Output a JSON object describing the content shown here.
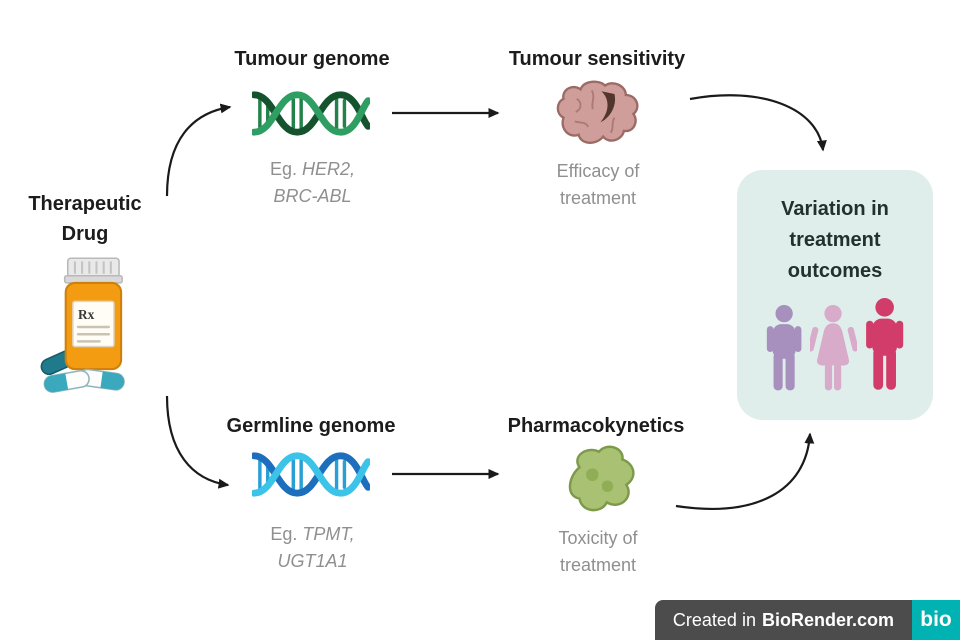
{
  "nodes": {
    "drug": {
      "line1": "Therapeutic",
      "line2": "Drug",
      "rx": "Rx"
    },
    "tumour_genome": {
      "title": "Tumour genome",
      "eg_prefix": "Eg. ",
      "gene1": "HER2,",
      "gene2": "BRC-ABL"
    },
    "tumour_sensitivity": {
      "title": "Tumour sensitivity",
      "cap1": "Efficacy of",
      "cap2": "treatment"
    },
    "germline_genome": {
      "title": "Germline genome",
      "eg_prefix": "Eg. ",
      "gene1": "TPMT,",
      "gene2": "UGT1A1"
    },
    "pharmacokinetics": {
      "title": "Pharmacokynetics",
      "cap1": "Toxicity of",
      "cap2": "treatment"
    },
    "outcomes": {
      "line1": "Variation in",
      "line2": "treatment",
      "line3": "outcomes"
    }
  },
  "footer": {
    "created": "Created in",
    "brand": "BioRender.com",
    "logo": "bio"
  },
  "icons": {
    "drug": "pill-bottle-icon",
    "tumour_genome": "dna-helix-green-icon",
    "germline_genome": "dna-helix-blue-icon",
    "tumour_sensitivity": "brain-tumour-icon",
    "pharmacokinetics": "green-tissue-blob-icon",
    "outcomes": [
      "person-male-purple-icon",
      "person-female-pink-icon",
      "person-male-magenta-icon"
    ],
    "brand": "biorender-logo"
  },
  "colors": {
    "heading": "#1c1c1c",
    "gray": "#8f8f8f",
    "arrow": "#1a1a1a",
    "mint": "#dfeeea",
    "outcome-heading": "#23302d",
    "dna-green-dark": "#14532d",
    "dna-green-light": "#2f9e62",
    "dna-green-rung": "#23824a",
    "dna-blue-dark": "#1d6ebd",
    "dna-blue-light": "#3cc3e8",
    "dna-blue-rung": "#2a9fd4",
    "brain-fill": "#cf9e9b",
    "brain-stroke": "#9c6b66",
    "brain-dark": "#53352f",
    "blob-fill": "#a9c173",
    "blob-stroke": "#7d9a4b",
    "blob-dark": "#8fae56",
    "bottle-orange": "#f39c12",
    "bottle-stroke": "#cf7f0b",
    "cap-fill": "#e9e9e9",
    "capsule-dark": "#1f7a8c",
    "capsule-teal": "#3aa8bd",
    "person1": "#a78fbe",
    "person2": "#d8abcb",
    "person3": "#d13c6a",
    "footer-bg": "#4c4c4c",
    "brand-teal": "#00b2b2"
  }
}
